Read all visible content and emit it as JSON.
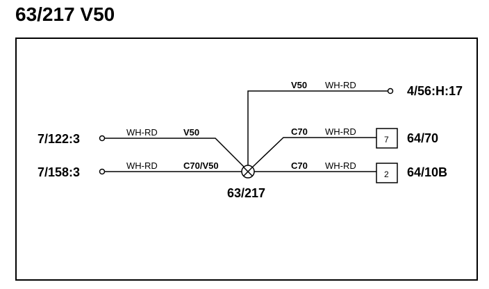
{
  "title": "63/217 V50",
  "splice": {
    "label": "63/217"
  },
  "connections": [
    {
      "id": "a",
      "endpoint": "7/122:3",
      "color": "WH-RD",
      "circuit": "V50"
    },
    {
      "id": "b",
      "endpoint": "7/158:3",
      "color": "WH-RD",
      "circuit": "C70/V50"
    },
    {
      "id": "c",
      "endpoint": "4/56:H:17",
      "color": "WH-RD",
      "circuit": "V50"
    },
    {
      "id": "d",
      "endpoint": "64/70",
      "color": "WH-RD",
      "circuit": "C70",
      "pin": "7"
    },
    {
      "id": "e",
      "endpoint": "64/10B",
      "color": "WH-RD",
      "circuit": "C70",
      "pin": "2"
    }
  ]
}
